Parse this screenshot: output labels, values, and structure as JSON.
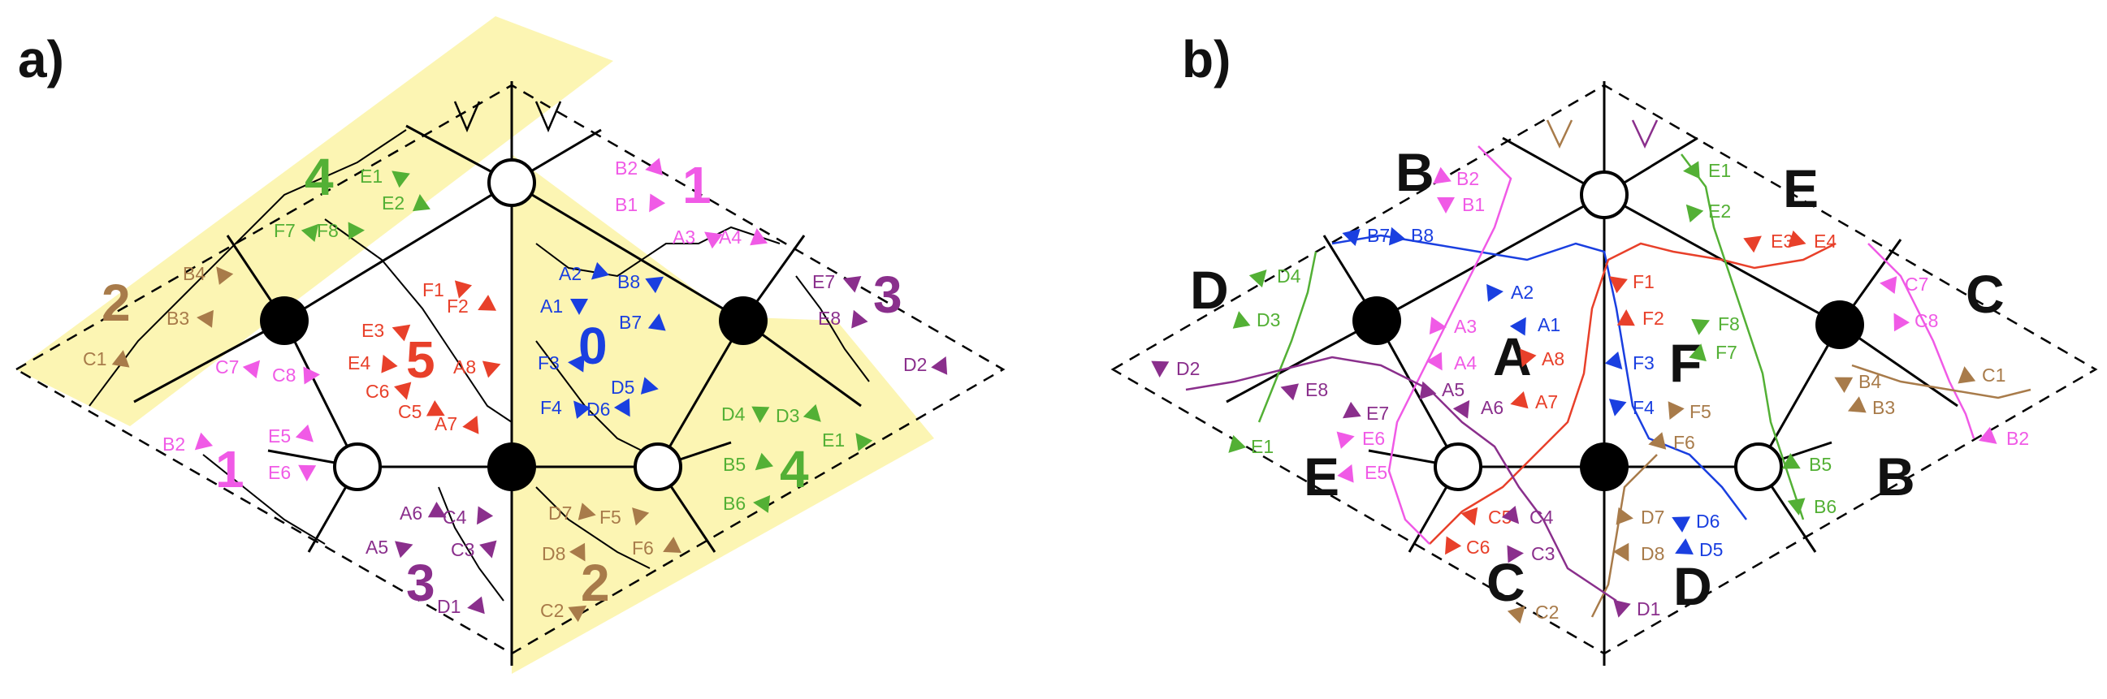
{
  "panels": [
    {
      "id": "a",
      "label": "a)"
    },
    {
      "id": "b",
      "label": "b)"
    }
  ],
  "colors": {
    "A": "#e8402a",
    "B": "#1a3fe0",
    "C": "#f05ae6",
    "D": "#a87b4a",
    "E": "#8a2f8c",
    "F": "#53b035",
    "highlight": "#fbf3a6",
    "line": "#000000"
  },
  "panel_a": {
    "region_numbers": [
      {
        "text": "0",
        "color": "B"
      },
      {
        "text": "5",
        "color": "A"
      },
      {
        "text": "1",
        "color": "C"
      },
      {
        "text": "1",
        "color": "C"
      },
      {
        "text": "2",
        "color": "D"
      },
      {
        "text": "2",
        "color": "D"
      },
      {
        "text": "3",
        "color": "E"
      },
      {
        "text": "3",
        "color": "E"
      },
      {
        "text": "4",
        "color": "F"
      },
      {
        "text": "4",
        "color": "F"
      }
    ],
    "edge_labels": [
      {
        "text": "A1",
        "color": "B"
      },
      {
        "text": "A2",
        "color": "B"
      },
      {
        "text": "F3",
        "color": "B"
      },
      {
        "text": "F4",
        "color": "B"
      },
      {
        "text": "B7",
        "color": "B"
      },
      {
        "text": "B8",
        "color": "B"
      },
      {
        "text": "D5",
        "color": "B"
      },
      {
        "text": "D6",
        "color": "B"
      },
      {
        "text": "F1",
        "color": "A"
      },
      {
        "text": "F2",
        "color": "A"
      },
      {
        "text": "E3",
        "color": "A"
      },
      {
        "text": "E4",
        "color": "A"
      },
      {
        "text": "A7",
        "color": "A"
      },
      {
        "text": "A8",
        "color": "A"
      },
      {
        "text": "C5",
        "color": "A"
      },
      {
        "text": "C6",
        "color": "A"
      },
      {
        "text": "B1",
        "color": "C"
      },
      {
        "text": "B2",
        "color": "C"
      },
      {
        "text": "A3",
        "color": "C"
      },
      {
        "text": "A4",
        "color": "C"
      },
      {
        "text": "C7",
        "color": "C"
      },
      {
        "text": "C8",
        "color": "C"
      },
      {
        "text": "E5",
        "color": "C"
      },
      {
        "text": "E6",
        "color": "C"
      },
      {
        "text": "B2",
        "color": "C"
      },
      {
        "text": "B3",
        "color": "D"
      },
      {
        "text": "B4",
        "color": "D"
      },
      {
        "text": "C1",
        "color": "D"
      },
      {
        "text": "C2",
        "color": "D"
      },
      {
        "text": "D7",
        "color": "D"
      },
      {
        "text": "D8",
        "color": "D"
      },
      {
        "text": "F5",
        "color": "D"
      },
      {
        "text": "F6",
        "color": "D"
      },
      {
        "text": "E7",
        "color": "E"
      },
      {
        "text": "E8",
        "color": "E"
      },
      {
        "text": "D2",
        "color": "E"
      },
      {
        "text": "A5",
        "color": "E"
      },
      {
        "text": "A6",
        "color": "E"
      },
      {
        "text": "C3",
        "color": "E"
      },
      {
        "text": "C4",
        "color": "E"
      },
      {
        "text": "D1",
        "color": "E"
      },
      {
        "text": "E1",
        "color": "F"
      },
      {
        "text": "E2",
        "color": "F"
      },
      {
        "text": "F7",
        "color": "F"
      },
      {
        "text": "F8",
        "color": "F"
      },
      {
        "text": "D3",
        "color": "F"
      },
      {
        "text": "D4",
        "color": "F"
      },
      {
        "text": "B5",
        "color": "F"
      },
      {
        "text": "B6",
        "color": "F"
      },
      {
        "text": "E1",
        "color": "F"
      }
    ]
  },
  "panel_b": {
    "region_letters": [
      {
        "text": "A"
      },
      {
        "text": "F"
      },
      {
        "text": "B"
      },
      {
        "text": "E"
      },
      {
        "text": "D"
      },
      {
        "text": "C"
      },
      {
        "text": "E"
      },
      {
        "text": "B"
      },
      {
        "text": "C"
      },
      {
        "text": "D"
      }
    ],
    "edge_labels": [
      {
        "text": "B1",
        "color": "C"
      },
      {
        "text": "B2",
        "color": "C"
      },
      {
        "text": "B7",
        "color": "B"
      },
      {
        "text": "B8",
        "color": "B"
      },
      {
        "text": "A1",
        "color": "B"
      },
      {
        "text": "A2",
        "color": "B"
      },
      {
        "text": "F3",
        "color": "B"
      },
      {
        "text": "F4",
        "color": "B"
      },
      {
        "text": "D5",
        "color": "B"
      },
      {
        "text": "D6",
        "color": "B"
      },
      {
        "text": "D3",
        "color": "F"
      },
      {
        "text": "D4",
        "color": "F"
      },
      {
        "text": "A3",
        "color": "C"
      },
      {
        "text": "A4",
        "color": "C"
      },
      {
        "text": "A8",
        "color": "A"
      },
      {
        "text": "A7",
        "color": "A"
      },
      {
        "text": "F1",
        "color": "A"
      },
      {
        "text": "F2",
        "color": "A"
      },
      {
        "text": "E3",
        "color": "A"
      },
      {
        "text": "E4",
        "color": "A"
      },
      {
        "text": "C5",
        "color": "A"
      },
      {
        "text": "C6",
        "color": "A"
      },
      {
        "text": "E1",
        "color": "F"
      },
      {
        "text": "E2",
        "color": "F"
      },
      {
        "text": "F7",
        "color": "F"
      },
      {
        "text": "F8",
        "color": "F"
      },
      {
        "text": "B5",
        "color": "F"
      },
      {
        "text": "B6",
        "color": "F"
      },
      {
        "text": "E1",
        "color": "F"
      },
      {
        "text": "C7",
        "color": "C"
      },
      {
        "text": "C8",
        "color": "C"
      },
      {
        "text": "E5",
        "color": "C"
      },
      {
        "text": "E6",
        "color": "C"
      },
      {
        "text": "B2",
        "color": "C"
      },
      {
        "text": "D2",
        "color": "E"
      },
      {
        "text": "E7",
        "color": "E"
      },
      {
        "text": "E8",
        "color": "E"
      },
      {
        "text": "A5",
        "color": "E"
      },
      {
        "text": "A6",
        "color": "E"
      },
      {
        "text": "C3",
        "color": "E"
      },
      {
        "text": "C4",
        "color": "E"
      },
      {
        "text": "D1",
        "color": "E"
      },
      {
        "text": "B3",
        "color": "D"
      },
      {
        "text": "B4",
        "color": "D"
      },
      {
        "text": "C1",
        "color": "D"
      },
      {
        "text": "C2",
        "color": "D"
      },
      {
        "text": "D7",
        "color": "D"
      },
      {
        "text": "D8",
        "color": "D"
      },
      {
        "text": "F5",
        "color": "D"
      },
      {
        "text": "F6",
        "color": "D"
      }
    ]
  }
}
